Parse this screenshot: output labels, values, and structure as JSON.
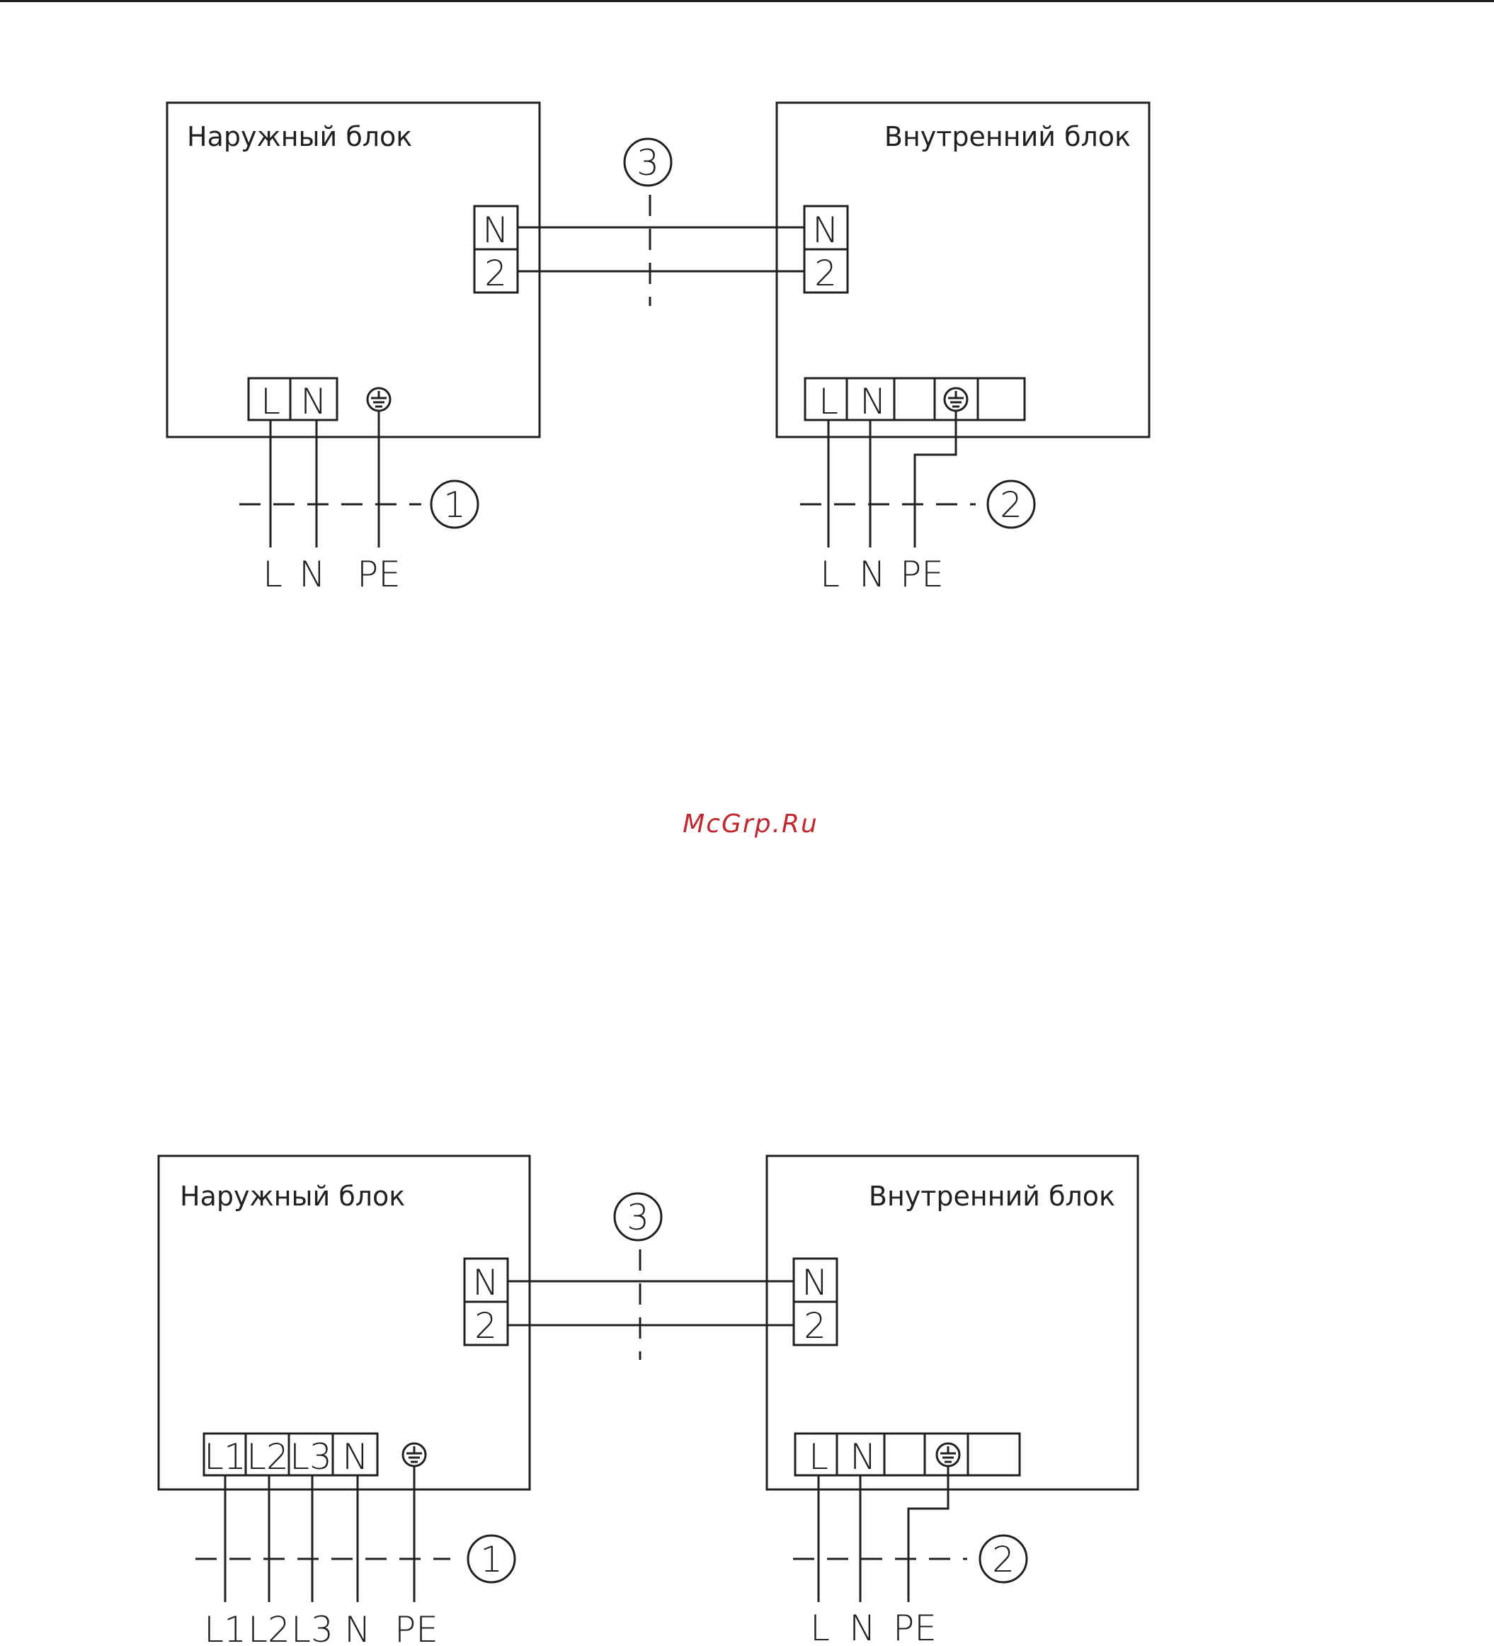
{
  "watermark": "McGrp.Ru",
  "diagrams": [
    {
      "outdoor_title": "Наружный блок",
      "indoor_title": "Внутренний блок",
      "outdoor_signal_terminals": [
        "N",
        "2"
      ],
      "indoor_signal_terminals": [
        "N",
        "2"
      ],
      "outdoor_power_terminals": [
        "L",
        "N"
      ],
      "indoor_power_terminals": [
        "L",
        "N",
        "",
        "",
        ""
      ],
      "outdoor_wire_labels": [
        "L",
        "N",
        "PE"
      ],
      "indoor_wire_labels": [
        "L",
        "N",
        "PE"
      ],
      "callouts": [
        "1",
        "2",
        "3"
      ]
    },
    {
      "outdoor_title": "Наружный блок",
      "indoor_title": "Внутренний блок",
      "outdoor_signal_terminals": [
        "N",
        "2"
      ],
      "indoor_signal_terminals": [
        "N",
        "2"
      ],
      "outdoor_power_terminals": [
        "L1",
        "L2",
        "L3",
        "N"
      ],
      "indoor_power_terminals": [
        "L",
        "N",
        "",
        "",
        ""
      ],
      "outdoor_wire_labels": [
        "L1",
        "L2",
        "L3",
        "N",
        "PE"
      ],
      "indoor_wire_labels": [
        "L",
        "N",
        "PE"
      ],
      "callouts": [
        "1",
        "2",
        "3"
      ]
    }
  ],
  "icons": {
    "ground": "ground-icon"
  }
}
